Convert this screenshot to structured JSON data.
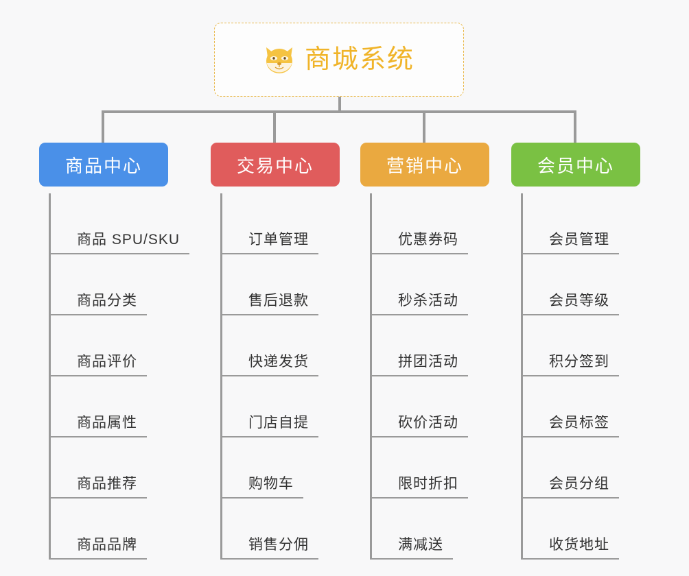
{
  "diagram": {
    "title": "商城系统",
    "root_icon": "shiba-dog-face-icon",
    "background": "#f8f8f9",
    "connector_color": "#9a9a9a",
    "root": {
      "label": "商城系统",
      "text_color": "#f0b429",
      "border_color": "#e9b84a",
      "border_style": "dashed"
    },
    "columns": [
      {
        "header": "商品中心",
        "color": "#4a90e8",
        "items": [
          "商品 SPU/SKU",
          "商品分类",
          "商品评价",
          "商品属性",
          "商品推荐",
          "商品品牌"
        ]
      },
      {
        "header": "交易中心",
        "color": "#e05c5c",
        "items": [
          "订单管理",
          "售后退款",
          "快递发货",
          "门店自提",
          "购物车",
          "销售分佣"
        ]
      },
      {
        "header": "营销中心",
        "color": "#eaa940",
        "items": [
          "优惠券码",
          "秒杀活动",
          "拼团活动",
          "砍价活动",
          "限时折扣",
          "满减送"
        ]
      },
      {
        "header": "会员中心",
        "color": "#7ac143",
        "items": [
          "会员管理",
          "会员等级",
          "积分签到",
          "会员标签",
          "会员分组",
          "收货地址"
        ]
      }
    ]
  }
}
